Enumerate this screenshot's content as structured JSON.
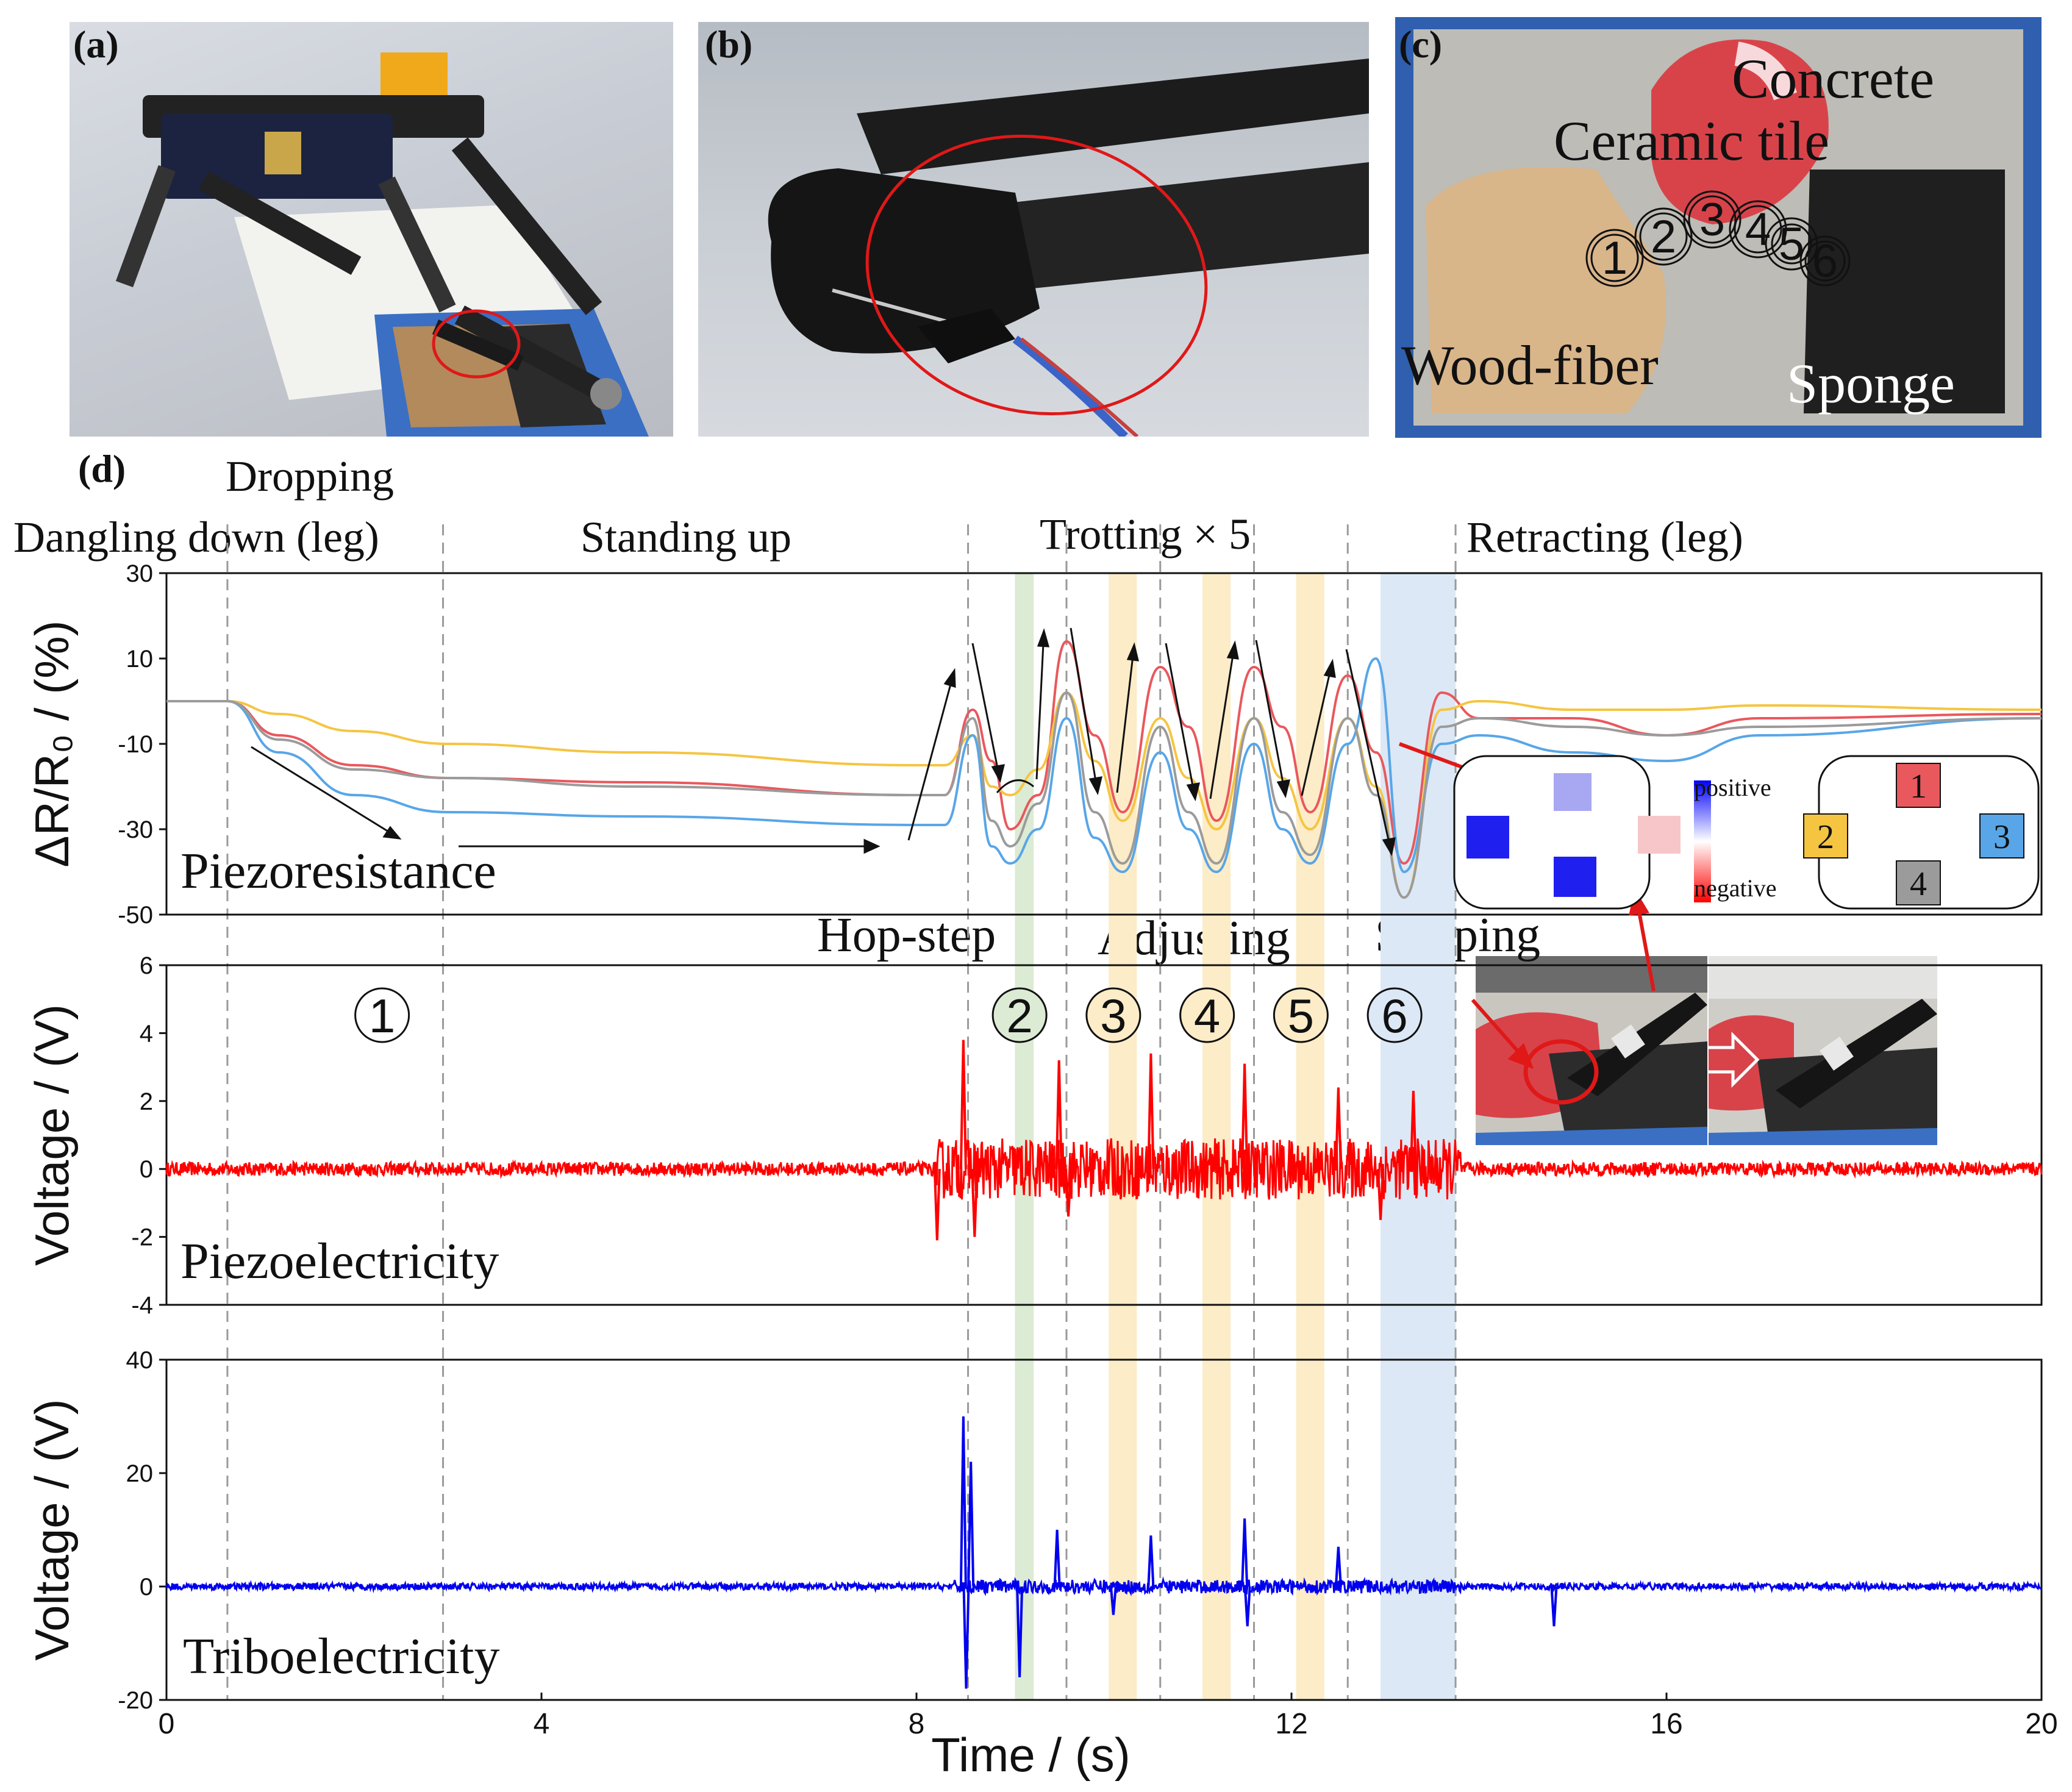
{
  "panels": {
    "a": "(a)",
    "b": "(b)",
    "c": "(c)",
    "d": "(d)"
  },
  "surface_labels": {
    "concrete": "Concrete",
    "ceramic": "Ceramic tile",
    "wood": "Wood-fiber",
    "sponge": "Sponge",
    "markers": [
      "1",
      "2",
      "3",
      "4",
      "5",
      "6"
    ]
  },
  "phases": {
    "dropping": "Dropping",
    "dangling": "Dangling down (leg)",
    "standing": "Standing up",
    "trotting": "Trotting × 5",
    "retracting": "Retracting (leg)",
    "hop": "Hop-step",
    "adjusting": "Adjusting",
    "slipping": "Slipping"
  },
  "region_markers": [
    {
      "label": "1",
      "x": 2.3,
      "fill": "none"
    },
    {
      "label": "2",
      "x": 9.1,
      "fill": "#dcebd4"
    },
    {
      "label": "3",
      "x": 10.1,
      "fill": "#fcecc7"
    },
    {
      "label": "4",
      "x": 11.1,
      "fill": "#fcecc7"
    },
    {
      "label": "5",
      "x": 12.1,
      "fill": "#fcecc7"
    },
    {
      "label": "6",
      "x": 13.1,
      "fill": "#dce8f5"
    }
  ],
  "legend_colormap": {
    "top": "positive",
    "bottom": "negative"
  },
  "sensor_layout": [
    "1",
    "2",
    "3",
    "4"
  ],
  "sensor_colors": {
    "1": "#e9585d",
    "2": "#f5c542",
    "3": "#58a6e8",
    "4": "#9b9b9b"
  },
  "chart_data": [
    {
      "type": "line",
      "name": "piezoresistance",
      "label": "Piezoresistance",
      "ylabel": "ΔR/R₀ / (%)",
      "xlim": [
        0,
        20
      ],
      "ylim": [
        -50,
        30
      ],
      "yticks": [
        30,
        10,
        -10,
        -30,
        -50
      ],
      "series": [
        {
          "color": "#e9585d",
          "x": [
            0,
            0.65,
            1.2,
            2,
            3,
            5,
            8,
            8.3,
            8.6,
            8.8,
            9.0,
            9.3,
            9.6,
            9.9,
            10.2,
            10.6,
            10.9,
            11.2,
            11.6,
            11.9,
            12.2,
            12.6,
            12.9,
            13.2,
            13.6,
            14,
            15,
            16,
            17,
            20
          ],
          "y": [
            0,
            0,
            -8,
            -15,
            -18,
            -19,
            -22,
            -22,
            -2,
            -14,
            -30,
            -22,
            14,
            -8,
            -26,
            8,
            -6,
            -28,
            8,
            -6,
            -26,
            6,
            -12,
            -38,
            2,
            -4,
            -4,
            -8,
            -4,
            -3
          ]
        },
        {
          "color": "#f5c542",
          "x": [
            0,
            0.65,
            1.2,
            2,
            3,
            5,
            8,
            8.3,
            8.6,
            8.8,
            9.0,
            9.3,
            9.6,
            9.9,
            10.2,
            10.6,
            10.9,
            11.2,
            11.6,
            11.9,
            12.2,
            12.6,
            12.9,
            13.2,
            13.6,
            14,
            15,
            16,
            17,
            20
          ],
          "y": [
            0,
            0,
            -3,
            -7,
            -10,
            -12,
            -15,
            -15,
            -8,
            -20,
            -22,
            -16,
            2,
            -14,
            -28,
            -4,
            -18,
            -30,
            -4,
            -18,
            -30,
            -4,
            -20,
            -46,
            -2,
            0,
            -2,
            -2,
            -1,
            -2
          ]
        },
        {
          "color": "#58a6e8",
          "x": [
            0,
            0.65,
            1.2,
            2,
            3,
            5,
            8,
            8.3,
            8.6,
            8.8,
            9.0,
            9.3,
            9.6,
            9.9,
            10.2,
            10.6,
            10.9,
            11.2,
            11.6,
            11.9,
            12.2,
            12.6,
            12.9,
            13.2,
            13.6,
            14,
            15,
            16,
            17,
            20
          ],
          "y": [
            0,
            0,
            -12,
            -22,
            -26,
            -27,
            -29,
            -29,
            -8,
            -34,
            -38,
            -30,
            -4,
            -32,
            -40,
            -12,
            -30,
            -40,
            -10,
            -30,
            -38,
            -10,
            10,
            -40,
            -10,
            -8,
            -12,
            -14,
            -8,
            -4
          ]
        },
        {
          "color": "#9b9b9b",
          "x": [
            0,
            0.65,
            1.2,
            2,
            3,
            5,
            8,
            8.3,
            8.6,
            8.8,
            9.0,
            9.3,
            9.6,
            9.9,
            10.2,
            10.6,
            10.9,
            11.2,
            11.6,
            11.9,
            12.2,
            12.6,
            12.9,
            13.2,
            13.6,
            14,
            15,
            16,
            17,
            20
          ],
          "y": [
            0,
            0,
            -9,
            -16,
            -18,
            -20,
            -22,
            -22,
            -4,
            -28,
            -34,
            -24,
            2,
            -26,
            -38,
            -6,
            -26,
            -38,
            -4,
            -26,
            -36,
            -4,
            -22,
            -46,
            -6,
            -4,
            -6,
            -8,
            -6,
            -4
          ]
        }
      ]
    },
    {
      "type": "line",
      "name": "piezoelectricity",
      "label": "Piezoelectricity",
      "ylabel": "Voltage / (V)",
      "xlim": [
        0,
        20
      ],
      "ylim": [
        -4,
        6
      ],
      "yticks": [
        6,
        4,
        2,
        0,
        -2,
        -4
      ],
      "color": "#ff0000",
      "spikes": [
        {
          "x": 8.22,
          "y": -2.1
        },
        {
          "x": 8.5,
          "y": 3.8
        },
        {
          "x": 8.62,
          "y": -2.0
        },
        {
          "x": 9.52,
          "y": 3.2
        },
        {
          "x": 9.62,
          "y": -1.4
        },
        {
          "x": 10.5,
          "y": 3.4
        },
        {
          "x": 11.5,
          "y": 3.1
        },
        {
          "x": 12.5,
          "y": 2.4
        },
        {
          "x": 13.3,
          "y": 2.3
        },
        {
          "x": 12.95,
          "y": -1.5
        }
      ],
      "noise": {
        "base": 0.2,
        "burst": 0.9,
        "burst_range": [
          8.2,
          13.8
        ]
      }
    },
    {
      "type": "line",
      "name": "triboelectricity",
      "label": "Triboelectricity",
      "ylabel": "Voltage / (V)",
      "xlabel": "Time / (s)",
      "xlim": [
        0,
        20
      ],
      "ylim": [
        -20,
        40
      ],
      "yticks": [
        40,
        20,
        0,
        -20
      ],
      "xticks": [
        0,
        4,
        8,
        12,
        16,
        20
      ],
      "color": "#0000ee",
      "spikes": [
        {
          "x": 8.5,
          "y": 30
        },
        {
          "x": 8.53,
          "y": -18
        },
        {
          "x": 8.58,
          "y": 22
        },
        {
          "x": 9.1,
          "y": -16
        },
        {
          "x": 9.5,
          "y": 10
        },
        {
          "x": 10.5,
          "y": 9
        },
        {
          "x": 11.5,
          "y": 12
        },
        {
          "x": 11.53,
          "y": -7
        },
        {
          "x": 12.5,
          "y": 7
        },
        {
          "x": 14.8,
          "y": -7
        },
        {
          "x": 10.1,
          "y": -5
        }
      ],
      "noise": {
        "base": 0.6,
        "burst": 1.2,
        "burst_range": [
          8.4,
          13.8
        ]
      }
    }
  ],
  "phase_boundaries": [
    0.65,
    2.95,
    8.55,
    9.6,
    10.6,
    11.6,
    12.6,
    13.75
  ]
}
